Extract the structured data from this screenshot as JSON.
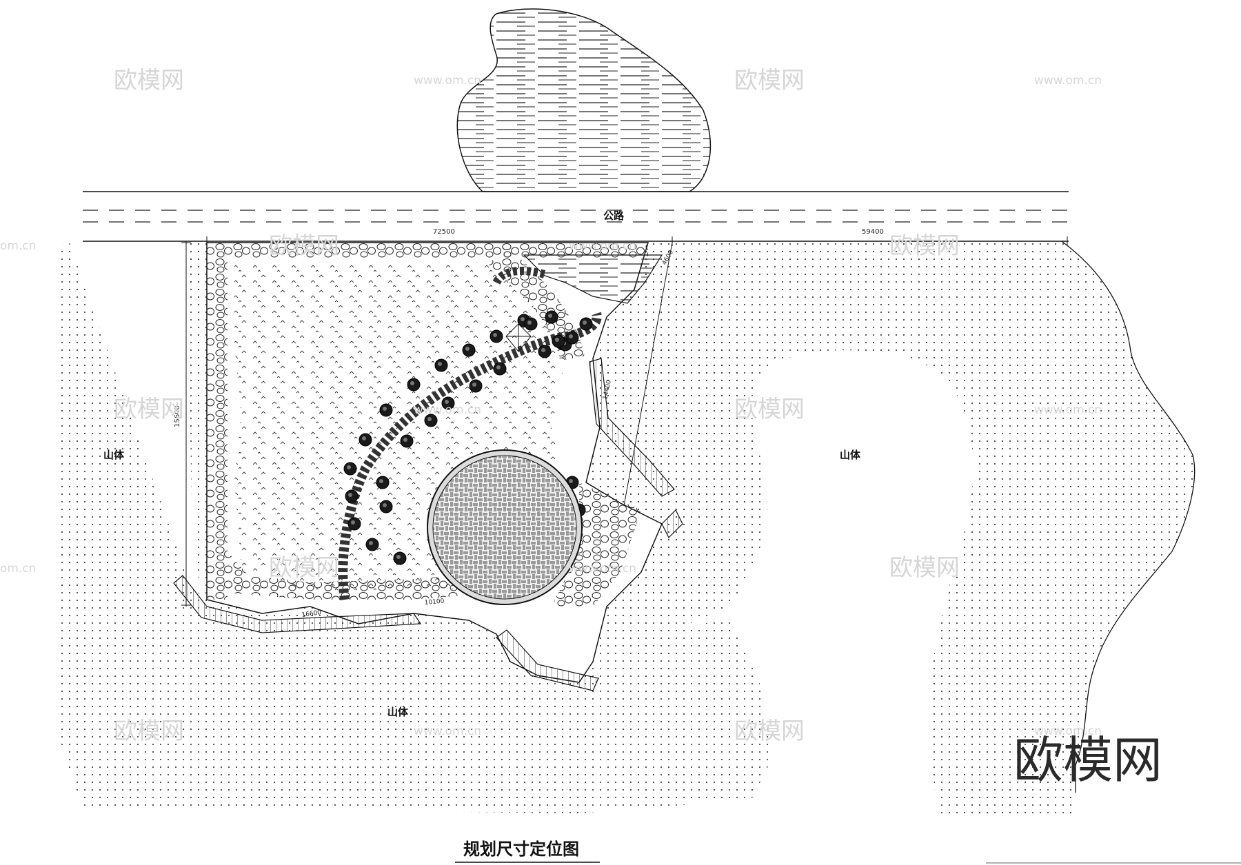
{
  "drawing": {
    "title": "规划尺寸定位图",
    "road_label": "公路",
    "mountain_labels": [
      "山体",
      "山体",
      "山体"
    ],
    "dimensions": {
      "top_left": "72500",
      "top_right": "59400",
      "left_vertical": "15600",
      "top_corner": "4600",
      "diagonal_right": "14400",
      "bottom_left": "16600",
      "bottom_mid": "10100"
    }
  },
  "watermark": {
    "brand": "欧模网",
    "url": "www.om.cn",
    "url_short": "om.cn",
    "color": "#d6d6d6"
  },
  "colors": {
    "line": "#111111",
    "dot": "#444444",
    "paving": "#555555"
  }
}
